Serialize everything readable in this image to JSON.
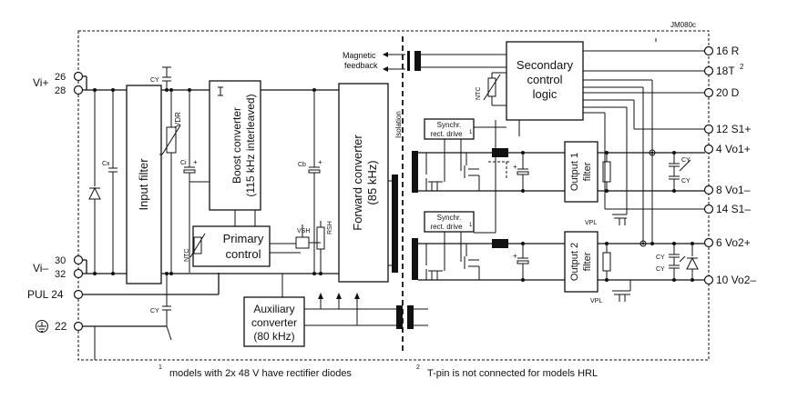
{
  "diagram": {
    "code": "JM080c",
    "left_pins": {
      "vi_plus_label": "Vi+",
      "pin_26": "26",
      "pin_28": "28",
      "vi_minus_label": "Vi–",
      "pin_30": "30",
      "pin_32": "32",
      "pul_label": "PUL 24",
      "ground_pin": "22"
    },
    "right_pins": {
      "pin_r": "16 R",
      "pin_t": "18T",
      "pin_t_sup": "2",
      "pin_d": "20 D",
      "pin_s1plus": "12 S1+",
      "pin_vo1plus": "4 Vo1+",
      "pin_vo1minus": "8 Vo1–",
      "pin_s1minus": "14 S1–",
      "pin_vo2plus": "6 Vo2+",
      "pin_vo2minus": "10 Vo2–"
    },
    "blocks": {
      "input_filter": "Input filter",
      "boost_line1": "Boost converter",
      "boost_line2": "(115 kHz interleaved)",
      "forward_line1": "Forward converter",
      "forward_line2": "(85 kHz)",
      "primary_line1": "Primary",
      "primary_line2": "control",
      "aux_line1": "Auxiliary",
      "aux_line2": "converter",
      "aux_line3": "(80 kHz)",
      "secondary_line1": "Secondary",
      "secondary_line2": "control",
      "secondary_line3": "logic",
      "sync1_line1": "Synchr.",
      "sync1_line2": "rect. drive",
      "sync1_sup": "1",
      "sync2_line1": "Synchr.",
      "sync2_line2": "rect. drive",
      "sync2_sup": "1",
      "out1_line1": "Output 1",
      "out1_line2": "filter",
      "out2_line1": "Output 2",
      "out2_line2": "filter"
    },
    "components": {
      "cy": "CY",
      "cx": "Cx",
      "vdr": "VDR",
      "ci": "Ci",
      "cb": "Cb",
      "ntc": "NTC",
      "vsh": "VSH",
      "rsh": "RSH",
      "vpl": "VPL",
      "plus": "+"
    },
    "labels": {
      "magnetic_line1": "Magnetic",
      "magnetic_line2": "feedback",
      "isolation": "Isolation"
    },
    "footnotes": {
      "n1_marker": "1",
      "n1_text": "models with 2x 48 V have rectifier diodes",
      "n2_marker": "2",
      "n2_text": "T-pin is not connected for models HRL"
    }
  }
}
